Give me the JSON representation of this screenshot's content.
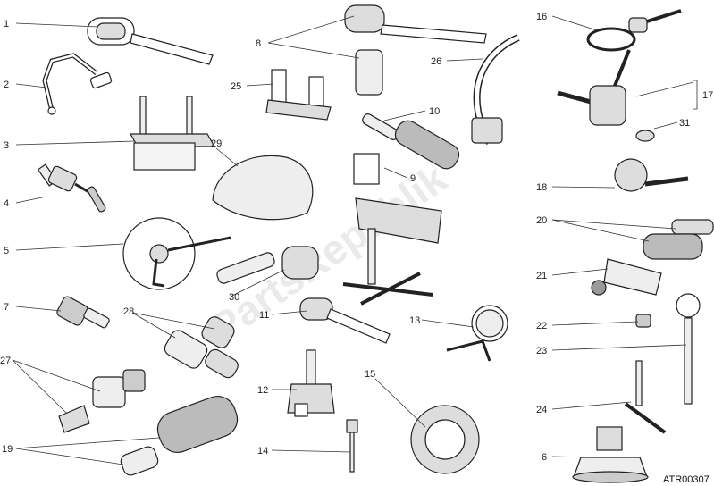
{
  "diagram": {
    "watermark": "PartsRepublik",
    "reference_code": "ATR00307",
    "parts": [
      {
        "id": "p1",
        "label": "1"
      },
      {
        "id": "p2",
        "label": "2"
      },
      {
        "id": "p3",
        "label": "3"
      },
      {
        "id": "p4",
        "label": "4"
      },
      {
        "id": "p5",
        "label": "5"
      },
      {
        "id": "p6",
        "label": "6"
      },
      {
        "id": "p7",
        "label": "7"
      },
      {
        "id": "p8",
        "label": "8"
      },
      {
        "id": "p9",
        "label": "9"
      },
      {
        "id": "p10",
        "label": "10"
      },
      {
        "id": "p11",
        "label": "11"
      },
      {
        "id": "p12",
        "label": "12"
      },
      {
        "id": "p13",
        "label": "13"
      },
      {
        "id": "p14",
        "label": "14"
      },
      {
        "id": "p15",
        "label": "15"
      },
      {
        "id": "p16",
        "label": "16"
      },
      {
        "id": "p17",
        "label": "17"
      },
      {
        "id": "p18",
        "label": "18"
      },
      {
        "id": "p19",
        "label": "19"
      },
      {
        "id": "p20",
        "label": "20"
      },
      {
        "id": "p21",
        "label": "21"
      },
      {
        "id": "p22",
        "label": "22"
      },
      {
        "id": "p23",
        "label": "23"
      },
      {
        "id": "p24",
        "label": "24"
      },
      {
        "id": "p25",
        "label": "25"
      },
      {
        "id": "p26",
        "label": "26"
      },
      {
        "id": "p27",
        "label": "27"
      },
      {
        "id": "p28",
        "label": "28"
      },
      {
        "id": "p29",
        "label": "29"
      },
      {
        "id": "p30",
        "label": "30"
      },
      {
        "id": "p31",
        "label": "31"
      }
    ]
  }
}
